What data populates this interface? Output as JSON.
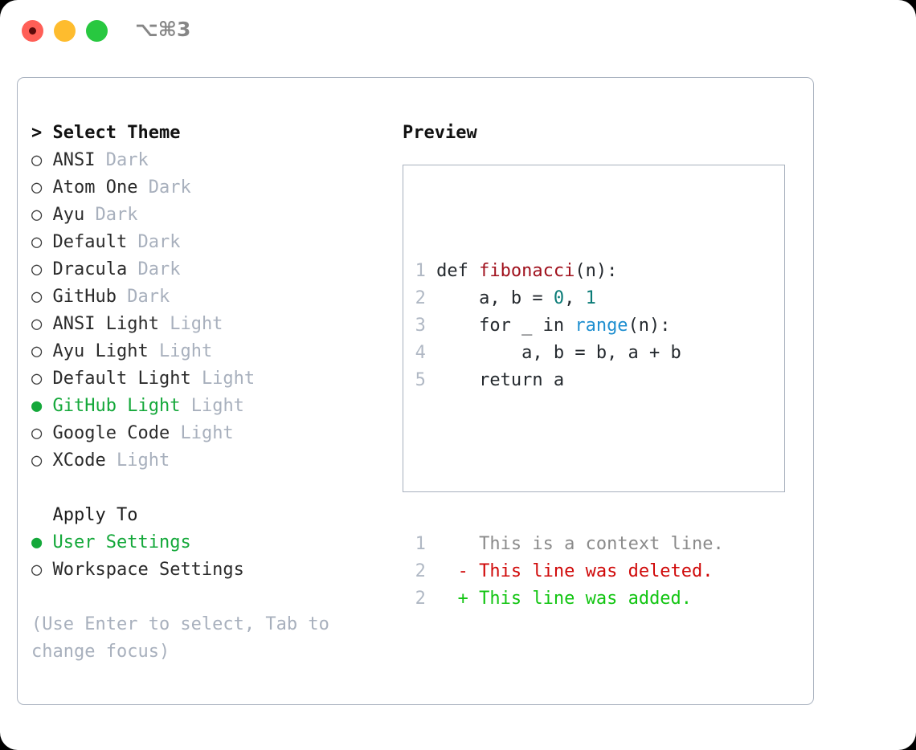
{
  "titlebar": {
    "shortcut": "⌥⌘3",
    "buttons": [
      {
        "name": "close",
        "color": "#ff5f57"
      },
      {
        "name": "minimize",
        "color": "#febc2e"
      },
      {
        "name": "maximize",
        "color": "#28c840"
      }
    ]
  },
  "theme_selector": {
    "header_prefix": "> ",
    "header": "Select Theme",
    "bullet_unselected": "○",
    "bullet_selected": "●",
    "items": [
      {
        "label": "ANSI",
        "variant": "Dark",
        "selected": false
      },
      {
        "label": "Atom One",
        "variant": "Dark",
        "selected": false
      },
      {
        "label": "Ayu",
        "variant": "Dark",
        "selected": false
      },
      {
        "label": "Default",
        "variant": "Dark",
        "selected": false
      },
      {
        "label": "Dracula",
        "variant": "Dark",
        "selected": false
      },
      {
        "label": "GitHub",
        "variant": "Dark",
        "selected": false
      },
      {
        "label": "ANSI Light",
        "variant": "Light",
        "selected": false
      },
      {
        "label": "Ayu Light",
        "variant": "Light",
        "selected": false
      },
      {
        "label": "Default Light",
        "variant": "Light",
        "selected": false
      },
      {
        "label": "GitHub Light",
        "variant": "Light",
        "selected": true
      },
      {
        "label": "Google Code",
        "variant": "Light",
        "selected": false
      },
      {
        "label": "XCode",
        "variant": "Light",
        "selected": false
      }
    ]
  },
  "apply_to": {
    "header": "Apply To",
    "items": [
      {
        "label": "User Settings",
        "selected": true
      },
      {
        "label": "Workspace Settings",
        "selected": false
      }
    ]
  },
  "hint": "(Use Enter to select, Tab to change focus)",
  "preview": {
    "title": "Preview",
    "code_lines": [
      {
        "num": "1",
        "tokens": [
          {
            "text": "def ",
            "type": "plain"
          },
          {
            "text": "fibonacci",
            "type": "fn"
          },
          {
            "text": "(n):",
            "type": "plain"
          }
        ]
      },
      {
        "num": "2",
        "tokens": [
          {
            "text": "    a, b = ",
            "type": "plain"
          },
          {
            "text": "0",
            "type": "num"
          },
          {
            "text": ", ",
            "type": "plain"
          },
          {
            "text": "1",
            "type": "num"
          }
        ]
      },
      {
        "num": "3",
        "tokens": [
          {
            "text": "    for _ in ",
            "type": "plain"
          },
          {
            "text": "range",
            "type": "kw"
          },
          {
            "text": "(n):",
            "type": "plain"
          }
        ]
      },
      {
        "num": "4",
        "tokens": [
          {
            "text": "        a, b = b, a + b",
            "type": "plain"
          }
        ]
      },
      {
        "num": "5",
        "tokens": [
          {
            "text": "    return a",
            "type": "plain"
          }
        ]
      }
    ],
    "diff_lines": [
      {
        "num": "1",
        "marker": "  ",
        "text": "This is a context line.",
        "type": "ctx"
      },
      {
        "num": "2",
        "marker": "- ",
        "text": "This line was deleted.",
        "type": "del"
      },
      {
        "num": "2",
        "marker": "+ ",
        "text": "This line was added.",
        "type": "add"
      }
    ]
  },
  "colors": {
    "accent_green": "#14a83a",
    "muted": "#a8b0bd",
    "border": "#aab3c0",
    "fn": "#a0111d",
    "num": "#0a7b77",
    "keyword": "#1f8fd0",
    "diff_delete": "#d00909",
    "diff_add": "#12c512",
    "diff_context": "#8a8a8a"
  }
}
